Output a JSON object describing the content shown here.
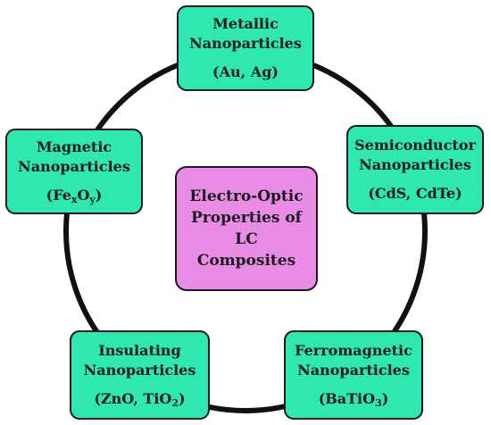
{
  "colors": {
    "node_fill": "#2ee8b0",
    "center_fill": "#e98ce6",
    "ring_stroke": "#111111"
  },
  "center": {
    "lines": [
      "Electro-Optic",
      "Properties of",
      "LC",
      "Composites"
    ]
  },
  "nodes": {
    "metallic": {
      "lines": [
        "Metallic",
        "Nanoparticles"
      ],
      "formula": "(Au, Ag)"
    },
    "semiconductor": {
      "lines": [
        "Semiconductor",
        "Nanoparticles"
      ],
      "formula": "(CdS, CdTe)"
    },
    "ferromagnetic": {
      "lines": [
        "Ferromagnetic",
        "Nanoparticles"
      ],
      "formula_parts": [
        "(BaTiO",
        "3",
        ")"
      ]
    },
    "insulating": {
      "lines": [
        "Insulating",
        "Nanoparticles"
      ],
      "formula_parts": [
        "(ZnO, TiO",
        "2",
        ")"
      ]
    },
    "magnetic": {
      "lines": [
        "Magnetic",
        "Nanoparticles"
      ],
      "formula_parts": [
        "(Fe",
        "x",
        "O",
        "y",
        ")"
      ]
    }
  }
}
